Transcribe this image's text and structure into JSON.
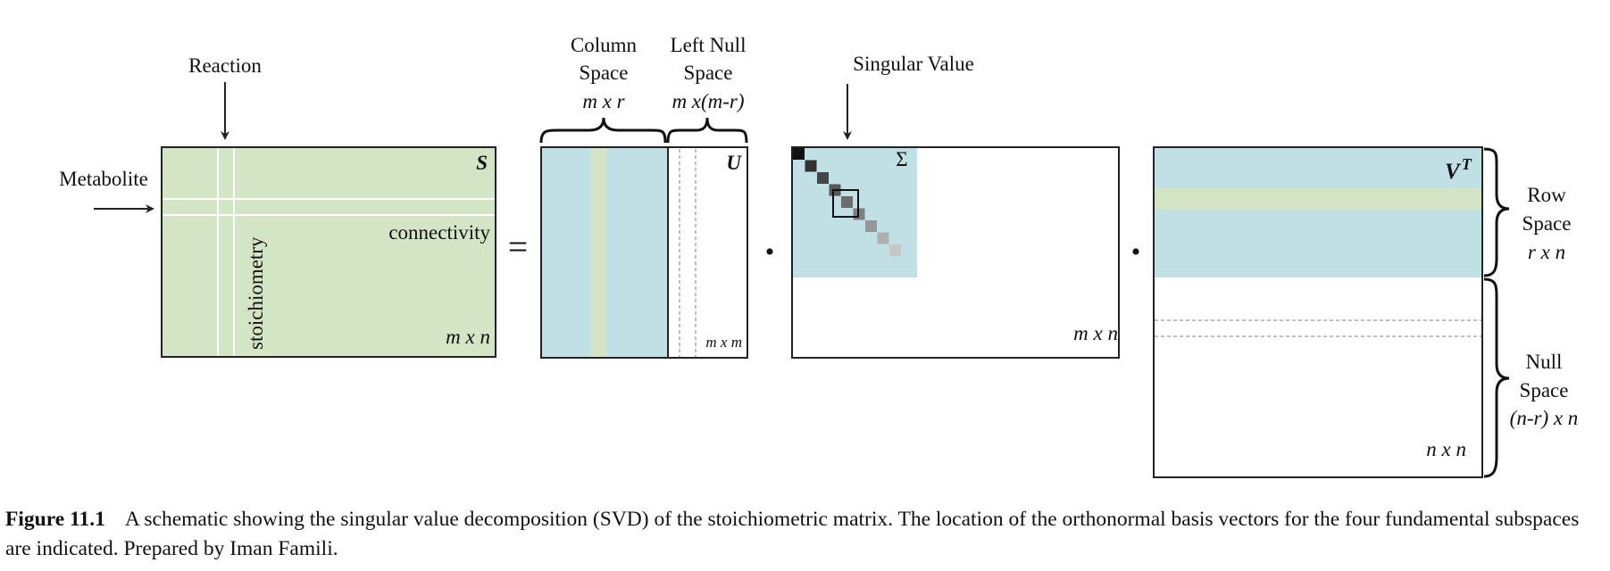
{
  "labels": {
    "reaction": "Reaction",
    "metabolite": "Metabolite",
    "stoichiometry": "stoichiometry",
    "connectivity": "connectivity",
    "s_name": "S",
    "s_dims": "m x n",
    "equals": "=",
    "col_space_1": "Column",
    "col_space_2": "Space",
    "col_space_dims": "m x r",
    "left_null_1": "Left Null",
    "left_null_2": "Space",
    "left_null_dims": "m x(m-r)",
    "u_name": "U",
    "u_dims": "m x m",
    "dot": "•",
    "singular_value": "Singular Value",
    "sigma_name": "Σ",
    "sigma_dims": "m x n",
    "vt_name": "V",
    "vt_sup": "T",
    "vt_dims": "n x n",
    "row_space_1": "Row",
    "row_space_2": "Space",
    "row_space_dims": "r x n",
    "null_space_1": "Null",
    "null_space_2": "Space",
    "null_space_dims": "(n-r) x n"
  },
  "caption": {
    "figure_label": "Figure 11.1",
    "text": "A schematic showing the singular value decomposition (SVD) of the stoichiometric matrix. The location of the orthonormal basis vectors for the four fundamental subspaces are indicated. Prepared by Iman Famili."
  },
  "colors": {
    "green": "#d4e5c5",
    "blue": "#c1e0e6",
    "frame": "#222222",
    "diagonal_steps": [
      "#111111",
      "#333333",
      "#454545",
      "#575757",
      "#6b6b6b",
      "#7f7f7f",
      "#979797",
      "#afafaf",
      "#c6c6c6"
    ]
  }
}
